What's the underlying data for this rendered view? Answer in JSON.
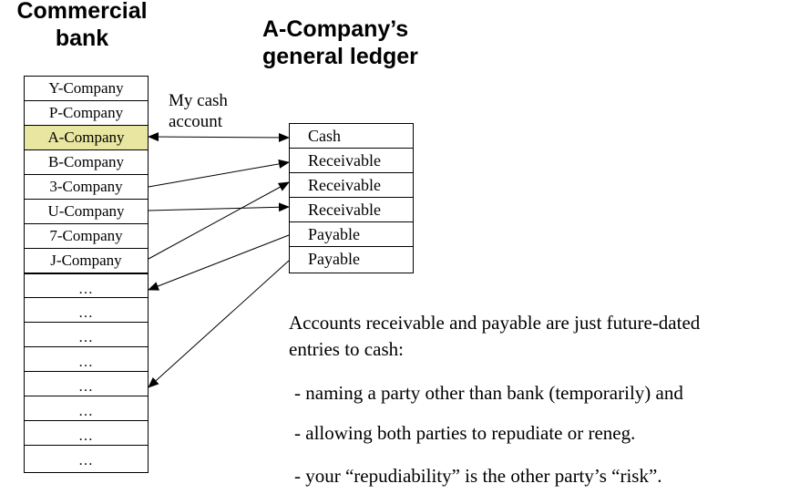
{
  "bank": {
    "title": "Commercial\nbank",
    "rows": [
      "Y-Company",
      "P-Company",
      "A-Company",
      "B-Company",
      "3-Company",
      "U-Company",
      "7-Company",
      "J-Company"
    ],
    "highlighted_row": "A-Company",
    "highlight_color": "#e8e6a0",
    "dots": [
      "…",
      "…",
      "…",
      "…",
      "…",
      "…",
      "…",
      "…"
    ]
  },
  "ledger": {
    "title": "A-Company’s\ngeneral ledger",
    "rows": [
      "Cash",
      "Receivable",
      "Receivable",
      "Receivable",
      "Payable",
      "Payable"
    ]
  },
  "arrow_label": "My cash\naccount",
  "explanation": {
    "lead": "Accounts receivable and payable are just future-dated\nentries to cash:",
    "bullets": [
      "-  naming a party other than bank (temporarily) and",
      "-  allowing both parties to repudiate or reneg.",
      "-  your “repudiability” is the other party’s “risk”."
    ]
  }
}
